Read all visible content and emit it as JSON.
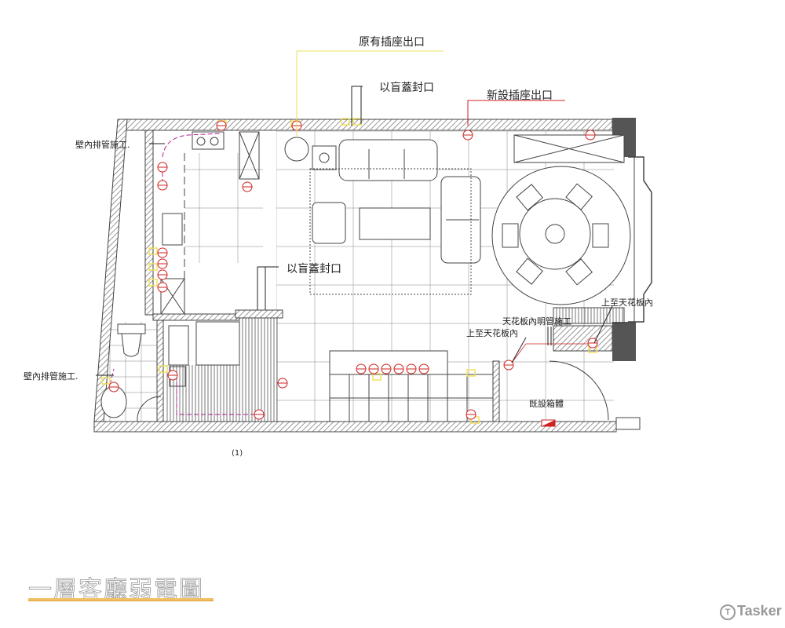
{
  "annotations": {
    "existing_outlet": "原有插座出口",
    "blind_cover_top": "以盲蓋封口",
    "new_outlet": "新設插座出口",
    "blind_cover_mid": "以盲蓋封口",
    "wall_conduit_top": "壁內排管施工.",
    "wall_conduit_bottom": "壁內排管施工.",
    "up_to_ceiling_right": "上至天花板內",
    "ceiling_exposed_conduit": "天花板內明管施工",
    "up_to_ceiling_left": "上至天花板內",
    "existing_box": "既設箱體"
  },
  "figure_number": "(1)",
  "title": "一層客廳弱電圖",
  "watermark": "Tasker",
  "colors": {
    "outlet": "#d02020",
    "conduit": "#b02090",
    "marker": "#f0e060",
    "wall_hatch": "#888888"
  }
}
